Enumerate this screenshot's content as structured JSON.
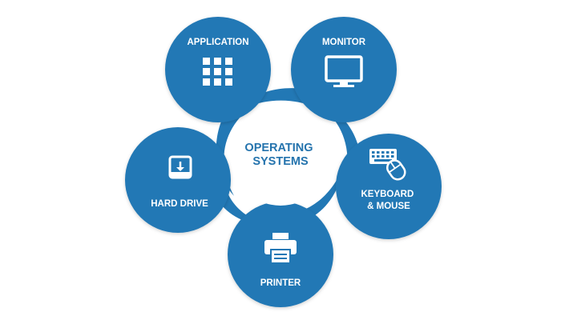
{
  "center": {
    "title_line1": "OPERATING",
    "title_line2": "SYSTEMS"
  },
  "petals": {
    "application": {
      "label": "APPLICATION",
      "icon": "grid-icon"
    },
    "monitor": {
      "label": "MONITOR",
      "icon": "monitor-icon"
    },
    "keyboard_mouse": {
      "label_line1": "KEYBOARD",
      "label_line2": "& MOUSE",
      "icon": "keyboard-mouse-icon"
    },
    "printer": {
      "label": "PRINTER",
      "icon": "printer-icon"
    },
    "hard_drive": {
      "label": "HARD DRIVE",
      "icon": "hard-drive-icon"
    }
  },
  "colors": {
    "petal": "#2278b5",
    "petal_dark": "#1b6aa2",
    "center_text": "#2473ad",
    "icon": "#ffffff"
  }
}
